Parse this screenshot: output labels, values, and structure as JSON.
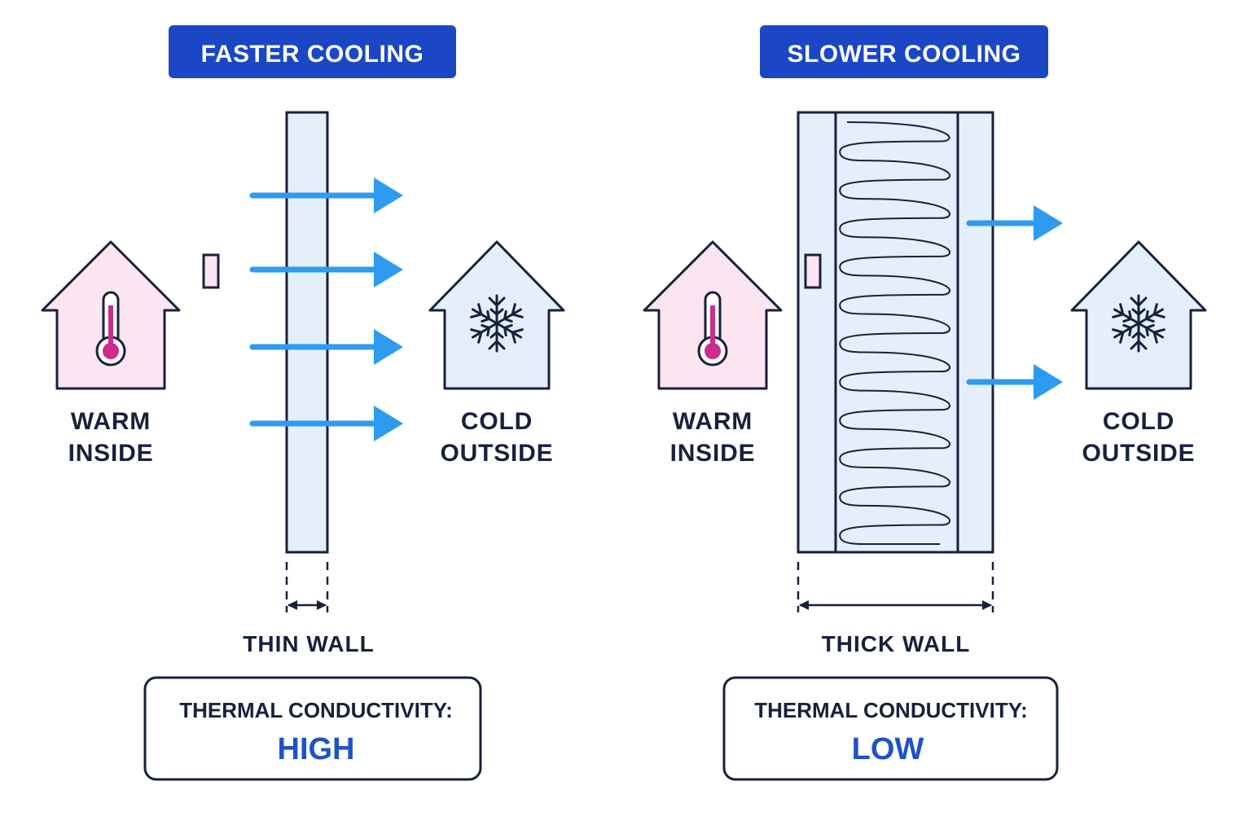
{
  "colors": {
    "banner": "#1b46c4",
    "ink": "#17213d",
    "arrow": "#2d9bf0",
    "wall_fill": "#e4effb",
    "warm_house": "#fde4f1",
    "cold_house": "#e4effb",
    "thermometer": "#cc2c8e",
    "value_text": "#1e52c8"
  },
  "left": {
    "banner": "FASTER COOLING",
    "warm_label_line1": "WARM",
    "warm_label_line2": "INSIDE",
    "cold_label_line1": "COLD",
    "cold_label_line2": "OUTSIDE",
    "wall_label": "THIN WALL",
    "conductivity_label": "THERMAL CONDUCTIVITY:",
    "conductivity_value": "HIGH",
    "warm_icon": "thermometer-icon",
    "cold_icon": "snowflake-icon",
    "heat_arrow_count": 4
  },
  "right": {
    "banner": "SLOWER COOLING",
    "warm_label_line1": "WARM",
    "warm_label_line2": "INSIDE",
    "cold_label_line1": "COLD",
    "cold_label_line2": "OUTSIDE",
    "wall_label": "THICK WALL",
    "conductivity_label": "THERMAL CONDUCTIVITY:",
    "conductivity_value": "LOW",
    "warm_icon": "thermometer-icon",
    "cold_icon": "snowflake-icon",
    "heat_arrow_count": 2
  }
}
